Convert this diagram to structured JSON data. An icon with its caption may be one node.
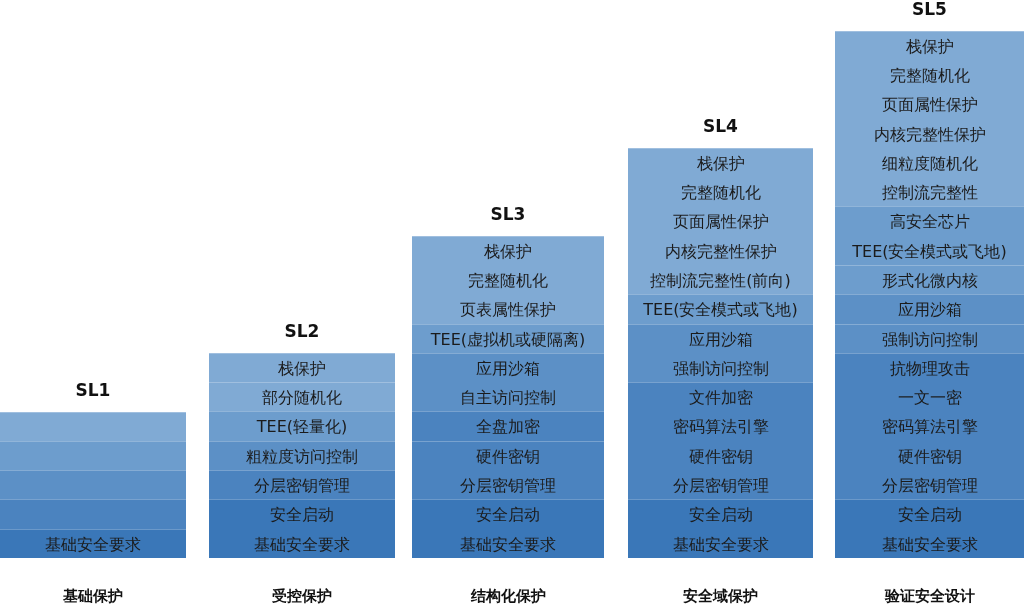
{
  "diagram": {
    "nodes": [
      {
        "text": [
          "SL1"
        ],
        "beside": [
          "基础保护"
        ]
      },
      {
        "text": [],
        "shape": "bar",
        "in": 0
      },
      {
        "text": [],
        "shape": "bar",
        "in": 0
      },
      {
        "text": [],
        "shape": "bar",
        "in": 0
      },
      {
        "text": [],
        "shape": "bar",
        "in": 0
      },
      {
        "text": [
          "基础安全要求"
        ],
        "in": 0
      },
      {
        "text": [
          "SL2"
        ],
        "beside": [
          "受控保护"
        ]
      },
      {
        "text": [
          "栈保护"
        ],
        "in": 6
      },
      {
        "text": [
          "部分随机化"
        ],
        "in": 6
      },
      {
        "text": [
          "TEE(轻量化)"
        ],
        "in": 6
      },
      {
        "text": [
          "粗粒度访问控制"
        ],
        "in": 6
      },
      {
        "text": [
          "分层密钥管理"
        ],
        "in": 6
      },
      {
        "text": [
          "安全启动",
          "基础安全要求"
        ],
        "in": 6
      },
      {
        "text": [
          "SL3"
        ],
        "beside": [
          "结构化保护"
        ]
      },
      {
        "text": [
          "栈保护",
          "完整随机化",
          "页表属性保护"
        ],
        "in": 13
      },
      {
        "text": [
          "TEE(虚拟机或硬隔离)"
        ],
        "in": 13
      },
      {
        "text": [
          "应用沙箱",
          "自主访问控制"
        ],
        "in": 13
      },
      {
        "text": [
          "全盘加密"
        ],
        "in": 13
      },
      {
        "text": [
          "硬件密钥",
          "分层密钥管理"
        ],
        "in": 13
      },
      {
        "text": [
          "安全启动",
          "基础安全要求"
        ],
        "in": 13
      },
      {
        "text": [
          "SL4"
        ],
        "beside": [
          "安全域保护"
        ]
      },
      {
        "text": [
          "栈保护",
          "完整随机化",
          "页面属性保护",
          "内核完整性保护",
          "控制流完整性(前向)"
        ],
        "in": 20
      },
      {
        "text": [
          "TEE(安全模式或飞地)"
        ],
        "in": 20
      },
      {
        "text": [
          "应用沙箱",
          "强制访问控制"
        ],
        "in": 20
      },
      {
        "text": [
          "文件加密",
          "密码算法引擎",
          "硬件密钥",
          "分层密钥管理"
        ],
        "in": 20
      },
      {
        "text": [
          "安全启动",
          "基础安全要求"
        ],
        "in": 20
      },
      {
        "text": [
          "SL5"
        ],
        "beside": [
          "验证安全设计"
        ]
      },
      {
        "text": [
          "栈保护",
          "完整随机化",
          "页面属性保护",
          "内核完整性保护",
          "细粒度随机化",
          "控制流完整性"
        ],
        "in": 26
      },
      {
        "text": [
          "高安全芯片",
          "TEE(安全模式或飞地)"
        ],
        "in": 26
      },
      {
        "text": [
          "形式化微内核"
        ],
        "in": 26
      },
      {
        "text": [
          "应用沙箱"
        ],
        "in": 26
      },
      {
        "text": [
          "强制访问控制"
        ],
        "in": 26
      },
      {
        "text": [
          "抗物理攻击",
          "一文一密",
          "密码算法引擎",
          "硬件密钥",
          "分层密钥管理"
        ],
        "in": 26
      },
      {
        "text": [
          "安全启动",
          "基础安全要求"
        ],
        "in": 26
      }
    ]
  }
}
